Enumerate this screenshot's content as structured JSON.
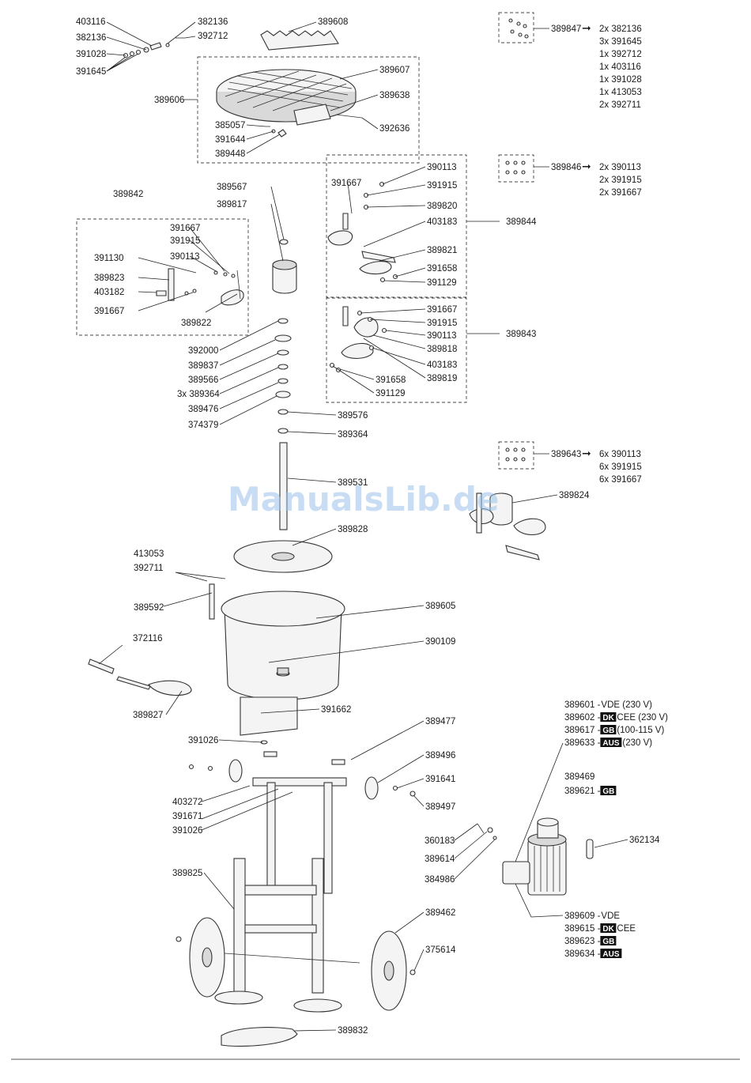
{
  "watermark": "ManualsLib.de",
  "labels": {
    "p403116": "403116",
    "p382136a": "382136",
    "p382136b": "382136",
    "p392712": "392712",
    "p391028": "391028",
    "p391645": "391645",
    "p389608": "389608",
    "p389607": "389607",
    "p389606": "389606",
    "p389638": "389638",
    "p385057": "385057",
    "p392636": "392636",
    "p391644": "391644",
    "p389448": "389448",
    "p389842": "389842",
    "p389567": "389567",
    "p389817": "389817",
    "p391667a": "391667",
    "p391915a": "391915",
    "p390113a": "390113",
    "p391130": "391130",
    "p389823": "389823",
    "p403182": "403182",
    "p391667b": "391667",
    "p389822": "389822",
    "p391667c": "391667",
    "p390113b": "390113",
    "p391915b": "391915",
    "p389820": "389820",
    "p403183a": "403183",
    "p389844": "389844",
    "p389821": "389821",
    "p391658a": "391658",
    "p391129a": "391129",
    "p391667d": "391667",
    "p391915c": "391915",
    "p390113c": "390113",
    "p389818": "389818",
    "p403183b": "403183",
    "p389843": "389843",
    "p389819": "389819",
    "p391658b": "391658",
    "p391129b": "391129",
    "p392000": "392000",
    "p389837": "389837",
    "p389566": "389566",
    "p3x389364": "3x 389364",
    "p389476": "389476",
    "p374379": "374379",
    "p389576": "389576",
    "p389364": "389364",
    "p389531": "389531",
    "p389828": "389828",
    "p389824": "389824",
    "p413053": "413053",
    "p392711": "392711",
    "p389592": "389592",
    "p389605": "389605",
    "p372116": "372116",
    "p390109": "390109",
    "p389827": "389827",
    "p391662": "391662",
    "p389477": "389477",
    "p391026a": "391026",
    "p389496": "389496",
    "p391641": "391641",
    "p403272": "403272",
    "p391671": "391671",
    "p391026b": "391026",
    "p389497": "389497",
    "p360183": "360183",
    "p389614": "389614",
    "p384986": "384986",
    "p362134": "362134",
    "p389825": "389825",
    "p389462": "389462",
    "p375614": "375614",
    "p389832": "389832",
    "p389469": "389469"
  },
  "kits": {
    "k389847": {
      "code": "389847",
      "arrow": "➞",
      "items": [
        "2x 382136",
        "3x 391645",
        "1x 392712",
        "1x 403116",
        "1x 391028",
        "1x 413053",
        "2x 392711"
      ]
    },
    "k389846": {
      "code": "389846",
      "arrow": "➞",
      "items": [
        "2x 390113",
        "2x 391915",
        "2x 391667"
      ]
    },
    "k389643": {
      "code": "389643",
      "arrow": "➞",
      "items": [
        "6x 390113",
        "6x 391915",
        "6x 391667"
      ]
    }
  },
  "motor_list": [
    {
      "pre": "389601 - ",
      "badge": "",
      "post": "VDE  (230 V)"
    },
    {
      "pre": "389602 - ",
      "badge": "DK",
      "post": " CEE  (230 V)"
    },
    {
      "pre": "389617 - ",
      "badge": "GB",
      "post": " (100-115 V)"
    },
    {
      "pre": "389633 - ",
      "badge": "AUS",
      "post": " (230 V)"
    }
  ],
  "motor2_list": [
    {
      "pre": "389621 - ",
      "badge": "GB",
      "post": ""
    }
  ],
  "switch_list": [
    {
      "pre": "389609 - ",
      "badge": "",
      "post": "VDE"
    },
    {
      "pre": "389615 - ",
      "badge": "DK",
      "post": " CEE"
    },
    {
      "pre": "389623 - ",
      "badge": "GB",
      "post": ""
    },
    {
      "pre": "389634 - ",
      "badge": "AUS",
      "post": ""
    }
  ]
}
